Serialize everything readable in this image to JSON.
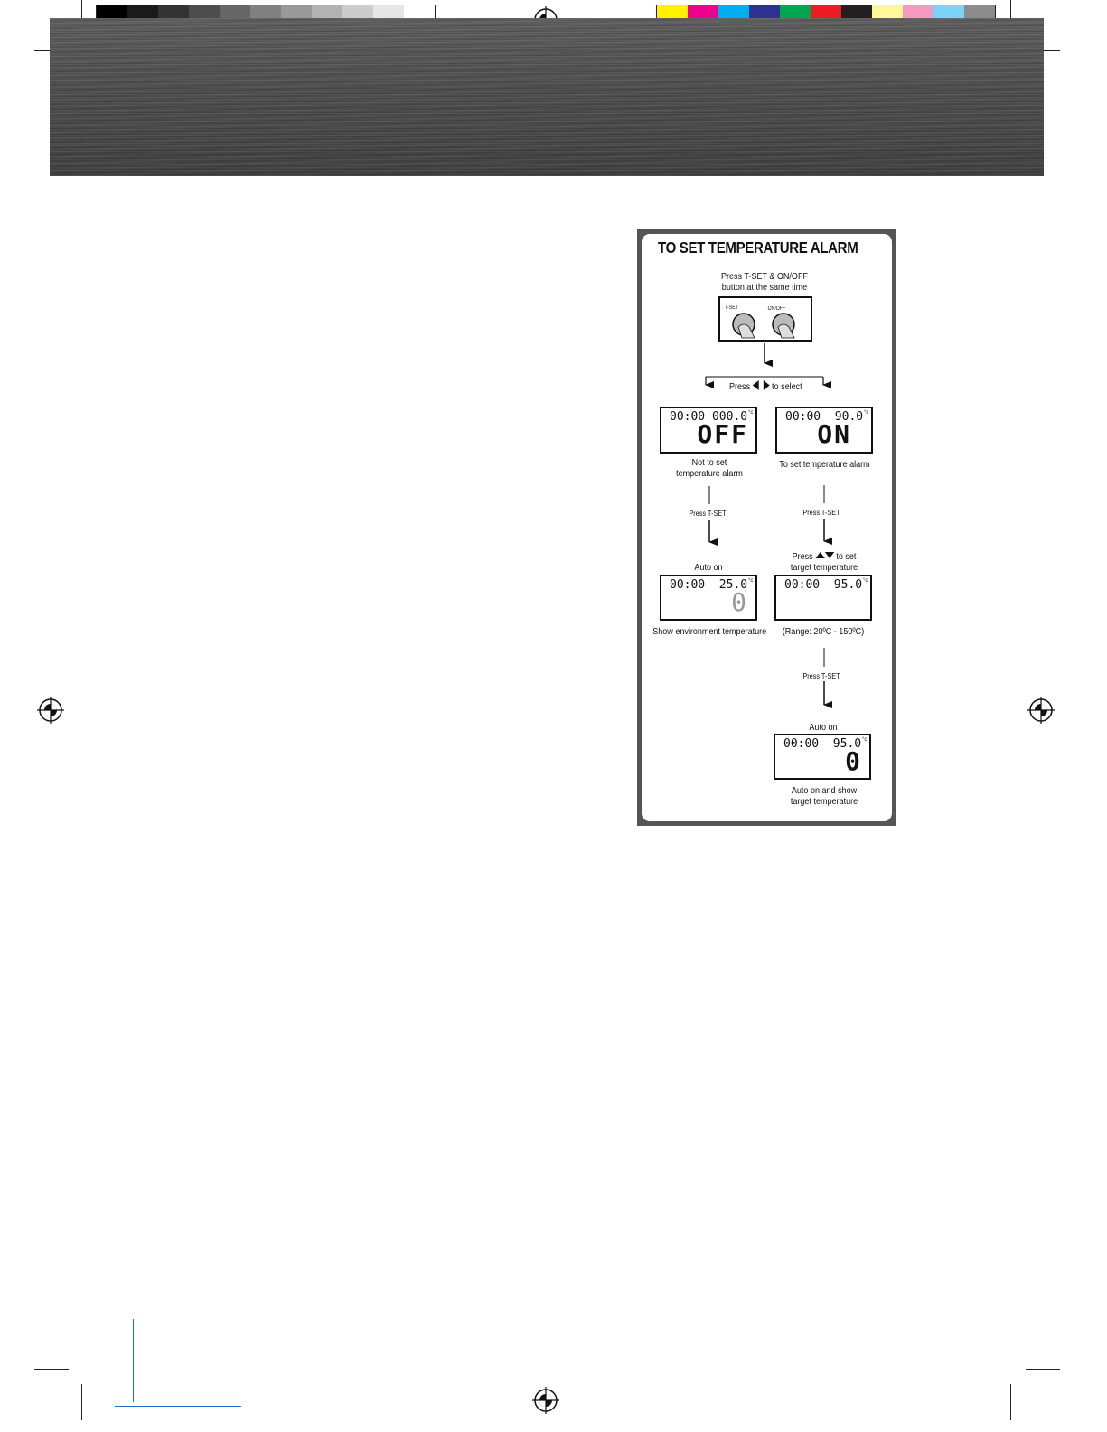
{
  "print_marks": {
    "gray_swatches": [
      "#000000",
      "#1a1a1a",
      "#333333",
      "#4d4d4d",
      "#666666",
      "#808080",
      "#999999",
      "#b3b3b3",
      "#cccccc",
      "#e6e6e6",
      "#ffffff"
    ],
    "color_swatches": [
      "#fff200",
      "#ec008c",
      "#00aeef",
      "#2e3192",
      "#00a651",
      "#ed1c24",
      "#231f20",
      "#fff799",
      "#f49ac1",
      "#7dd3f7",
      "#8c8c8c"
    ]
  },
  "panel": {
    "title": "TO SET TEMPERATURE ALARM",
    "step1": "Press T-SET & ON/OFF\nbutton at the same time",
    "tset_label": "T-SET",
    "onoff_label": "ON/OFF",
    "select_prefix": "Press",
    "select_suffix": "to select",
    "off_display": {
      "time": "00:00",
      "temp": "000.0",
      "unit": "°c",
      "big": "OFF"
    },
    "on_display": {
      "time": "00:00",
      "temp": "90.0",
      "unit": "°c",
      "big": "ON"
    },
    "off_caption": "Not to set\ntemperature alarm",
    "on_caption": "To set temperature alarm",
    "press_tset": "Press T-SET",
    "set_target_prefix": "Press",
    "set_target_suffix": "to set",
    "set_target_line2": "target temperature",
    "auto_on": "Auto on",
    "env_display": {
      "time": "00:00",
      "temp": "25.0",
      "unit": "°c",
      "big": "0"
    },
    "env_caption": "Show environment temperature",
    "target_display": {
      "time": "00:00",
      "temp": "95.0",
      "unit": "°c"
    },
    "range_caption": "(Range: 20ºC - 150ºC)",
    "final_display": {
      "time": "00:00",
      "temp": "95.0",
      "unit": "°c",
      "big": "0"
    },
    "final_caption": "Auto on and show\ntarget temperature"
  }
}
